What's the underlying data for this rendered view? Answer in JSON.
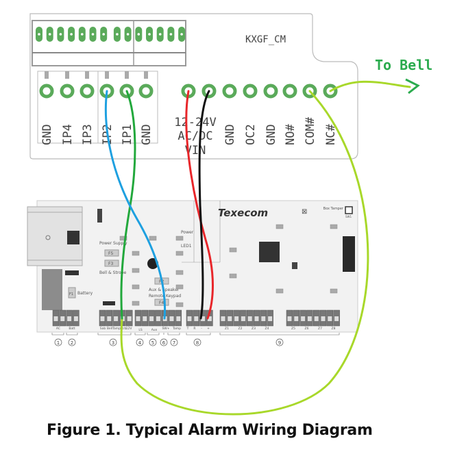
{
  "module": {
    "name": "KXGF_CM",
    "left_terminals": [
      "GND",
      "IP4",
      "IP3",
      "IP2",
      "IP1",
      "GND"
    ],
    "power_label": [
      "12-24V",
      "AC/DC",
      "VIN"
    ],
    "right_terminals": [
      "GND",
      "OC2",
      "GND",
      "NO#",
      "COM#",
      "NC#"
    ],
    "to_bell": "To Bell"
  },
  "panel": {
    "brand": "Texecom",
    "labels": {
      "power_supply": "Power Supply",
      "f5": "F5",
      "f3": "F3",
      "bell_strobe": "Bell & Strobe",
      "f1": "F1",
      "battery": "Battery",
      "power": "Power",
      "led1": "LED1",
      "aux_speaker": "Aux & Speaker",
      "remote_keypad": "Remote Keypad",
      "f2": "F2",
      "f4": "F4",
      "box_tamper": "Box Tamper",
      "sw1": "SW1"
    },
    "terminal_labels": [
      "AC",
      "Batt",
      "Sab",
      "Bell",
      "Tamp",
      "Strb",
      "12V",
      "LS",
      "Aux",
      "SW+",
      "Tamp",
      "T",
      "R",
      "-",
      "+"
    ],
    "zones": [
      "Z1",
      "Z2",
      "Z3",
      "Z4",
      "Z5",
      "Z6",
      "Z7",
      "Z8"
    ],
    "group_numbers": [
      "1",
      "2",
      "3",
      "4",
      "5",
      "6",
      "7",
      "8",
      "9"
    ]
  },
  "wires": {
    "colors": {
      "ip2": "#1ea0e0",
      "ip1": "#22a83c",
      "vin_pos": "#e8262a",
      "vin_neg": "#111111",
      "bell": "#a8d82a"
    }
  },
  "accent_color": "#2bab4e",
  "caption": "Figure 1. Typical Alarm Wiring Diagram"
}
